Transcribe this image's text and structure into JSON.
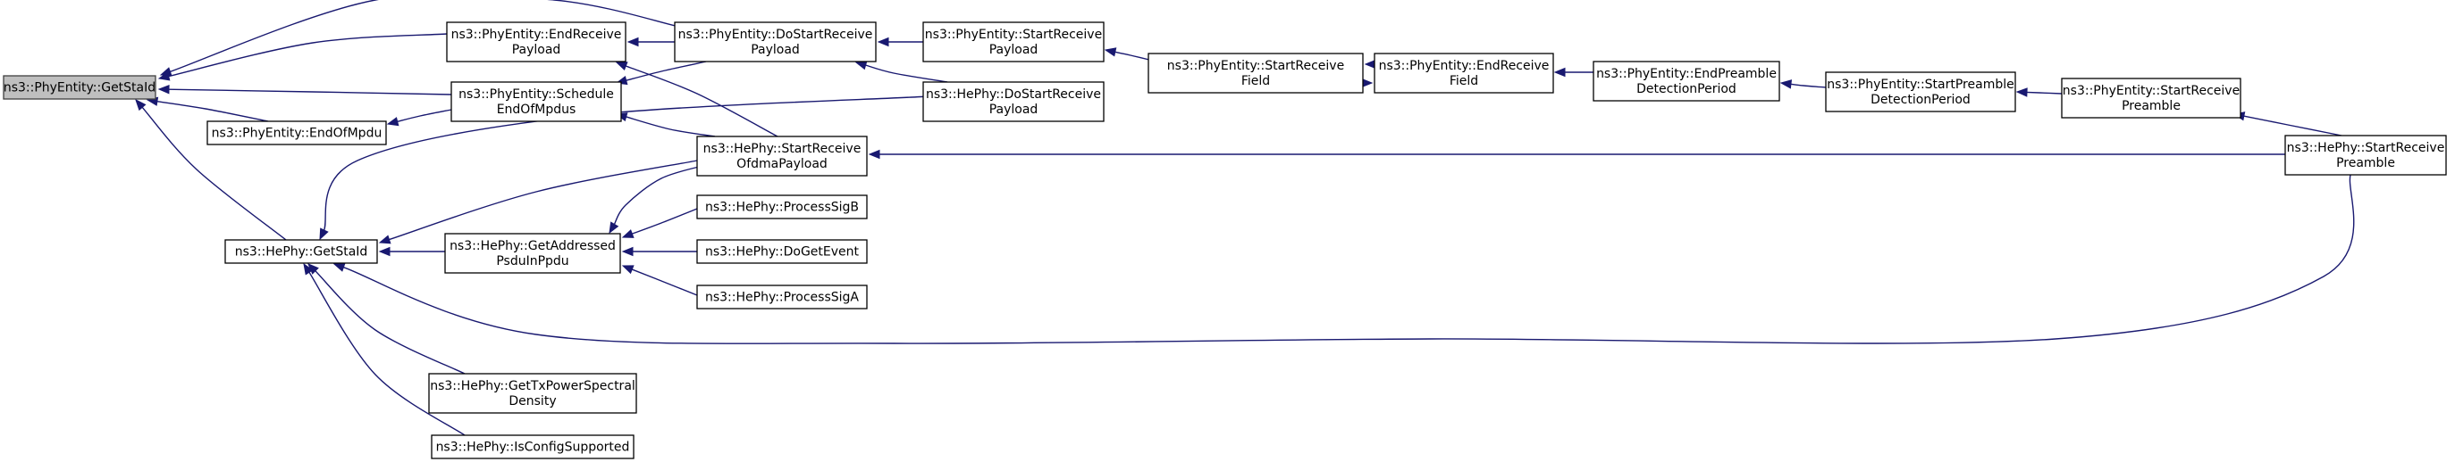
{
  "nodes": [
    {
      "id": "get_sta_id",
      "lines": [
        "ns3::PhyEntity::GetStaId"
      ],
      "root": true
    },
    {
      "id": "end_receive_payload",
      "lines": [
        "ns3::PhyEntity::EndReceive",
        "Payload"
      ]
    },
    {
      "id": "schedule_end_of_mpdus",
      "lines": [
        "ns3::PhyEntity::Schedule",
        "EndOfMpdus"
      ]
    },
    {
      "id": "end_of_mpdu",
      "lines": [
        "ns3::PhyEntity::EndOfMpdu"
      ]
    },
    {
      "id": "hephy_get_sta_id",
      "lines": [
        "ns3::HePhy::GetStaId"
      ]
    },
    {
      "id": "do_start_receive_payload",
      "lines": [
        "ns3::PhyEntity::DoStartReceive",
        "Payload"
      ]
    },
    {
      "id": "hephy_start_receive_ofdma_payload",
      "lines": [
        "ns3::HePhy::StartReceive",
        "OfdmaPayload"
      ]
    },
    {
      "id": "hephy_get_addressed_psdu_in_ppdu",
      "lines": [
        "ns3::HePhy::GetAddressed",
        "PsduInPpdu"
      ]
    },
    {
      "id": "hephy_get_tx_power_spectral_density",
      "lines": [
        "ns3::HePhy::GetTxPowerSpectral",
        "Density"
      ]
    },
    {
      "id": "hephy_is_config_supported",
      "lines": [
        "ns3::HePhy::IsConfigSupported"
      ]
    },
    {
      "id": "hephy_process_sig_b",
      "lines": [
        "ns3::HePhy::ProcessSigB"
      ]
    },
    {
      "id": "hephy_do_get_event",
      "lines": [
        "ns3::HePhy::DoGetEvent"
      ]
    },
    {
      "id": "hephy_process_sig_a",
      "lines": [
        "ns3::HePhy::ProcessSigA"
      ]
    },
    {
      "id": "start_receive_payload",
      "lines": [
        "ns3::PhyEntity::StartReceive",
        "Payload"
      ]
    },
    {
      "id": "hephy_do_start_receive_payload",
      "lines": [
        "ns3::HePhy::DoStartReceive",
        "Payload"
      ]
    },
    {
      "id": "start_receive_field",
      "lines": [
        "ns3::PhyEntity::StartReceive",
        "Field"
      ]
    },
    {
      "id": "end_receive_field",
      "lines": [
        "ns3::PhyEntity::EndReceive",
        "Field"
      ]
    },
    {
      "id": "end_preamble_detection_period",
      "lines": [
        "ns3::PhyEntity::EndPreamble",
        "DetectionPeriod"
      ]
    },
    {
      "id": "start_preamble_detection_period",
      "lines": [
        "ns3::PhyEntity::StartPreamble",
        "DetectionPeriod"
      ]
    },
    {
      "id": "start_receive_preamble",
      "lines": [
        "ns3::PhyEntity::StartReceive",
        "Preamble"
      ]
    },
    {
      "id": "hephy_start_receive_preamble",
      "lines": [
        "ns3::HePhy::StartReceive",
        "Preamble"
      ]
    }
  ],
  "edges": [
    {
      "from": "end_receive_payload",
      "to": "get_sta_id"
    },
    {
      "from": "do_start_receive_payload",
      "to": "get_sta_id"
    },
    {
      "from": "schedule_end_of_mpdus",
      "to": "get_sta_id"
    },
    {
      "from": "end_of_mpdu",
      "to": "get_sta_id"
    },
    {
      "from": "hephy_get_sta_id",
      "to": "get_sta_id"
    },
    {
      "from": "do_start_receive_payload",
      "to": "end_receive_payload"
    },
    {
      "from": "hephy_start_receive_ofdma_payload",
      "to": "end_receive_payload"
    },
    {
      "from": "do_start_receive_payload",
      "to": "schedule_end_of_mpdus"
    },
    {
      "from": "hephy_start_receive_ofdma_payload",
      "to": "schedule_end_of_mpdus"
    },
    {
      "from": "schedule_end_of_mpdus",
      "to": "end_of_mpdu"
    },
    {
      "from": "hephy_get_addressed_psdu_in_ppdu",
      "to": "hephy_get_sta_id"
    },
    {
      "from": "hephy_get_tx_power_spectral_density",
      "to": "hephy_get_sta_id"
    },
    {
      "from": "hephy_is_config_supported",
      "to": "hephy_get_sta_id"
    },
    {
      "from": "hephy_start_receive_ofdma_payload",
      "to": "hephy_get_sta_id"
    },
    {
      "from": "hephy_do_start_receive_payload",
      "to": "hephy_get_sta_id"
    },
    {
      "from": "hephy_start_receive_preamble",
      "to": "hephy_get_sta_id"
    },
    {
      "from": "hephy_start_receive_ofdma_payload",
      "to": "hephy_get_addressed_psdu_in_ppdu"
    },
    {
      "from": "hephy_process_sig_b",
      "to": "hephy_get_addressed_psdu_in_ppdu"
    },
    {
      "from": "hephy_do_get_event",
      "to": "hephy_get_addressed_psdu_in_ppdu"
    },
    {
      "from": "hephy_process_sig_a",
      "to": "hephy_get_addressed_psdu_in_ppdu"
    },
    {
      "from": "start_receive_payload",
      "to": "do_start_receive_payload"
    },
    {
      "from": "hephy_do_start_receive_payload",
      "to": "do_start_receive_payload"
    },
    {
      "from": "hephy_start_receive_preamble",
      "to": "hephy_start_receive_ofdma_payload"
    },
    {
      "from": "start_receive_field",
      "to": "start_receive_payload"
    },
    {
      "from": "end_receive_field",
      "to": "start_receive_field"
    },
    {
      "from": "start_receive_field",
      "to": "end_receive_field"
    },
    {
      "from": "end_preamble_detection_period",
      "to": "end_receive_field"
    },
    {
      "from": "start_preamble_detection_period",
      "to": "end_preamble_detection_period"
    },
    {
      "from": "start_receive_preamble",
      "to": "start_preamble_detection_period"
    },
    {
      "from": "hephy_start_receive_preamble",
      "to": "start_receive_preamble"
    }
  ]
}
